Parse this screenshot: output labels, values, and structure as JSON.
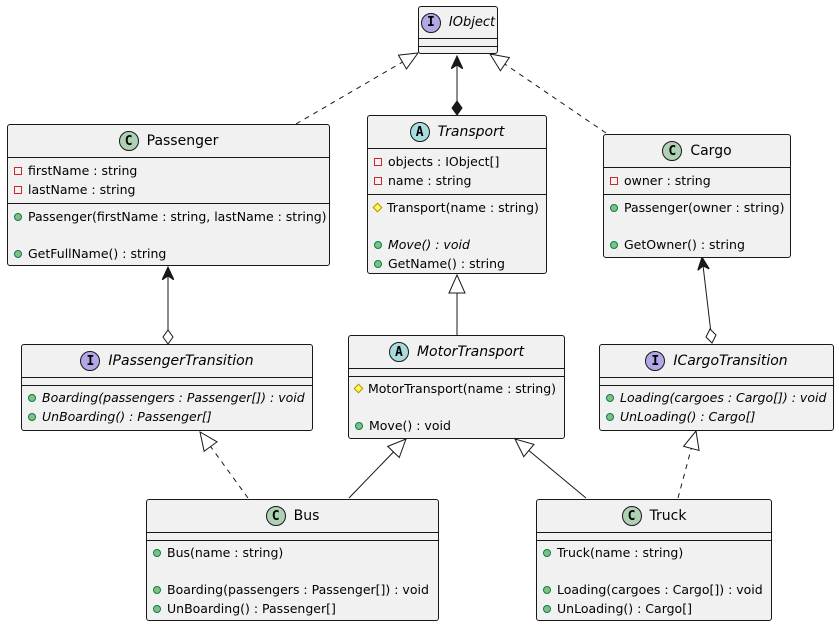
{
  "classes": {
    "iobject": {
      "name": "IObject",
      "stereotype": "I"
    },
    "passenger": {
      "name": "Passenger",
      "stereotype": "C",
      "fields": [
        "firstName : string",
        "lastName : string"
      ],
      "methods": [
        "Passenger(firstName : string, lastName : string)",
        "GetFullName() : string"
      ]
    },
    "transport": {
      "name": "Transport",
      "stereotype": "A",
      "fields": [
        "objects : IObject[]",
        "name : string"
      ],
      "methods": [
        "Transport(name : string)",
        "Move() : void",
        "GetName() : string"
      ]
    },
    "cargo": {
      "name": "Cargo",
      "stereotype": "C",
      "fields": [
        "owner : string"
      ],
      "methods": [
        "Passenger(owner : string)",
        "GetOwner() : string"
      ]
    },
    "ipassengertransition": {
      "name": "IPassengerTransition",
      "stereotype": "I",
      "methods": [
        "Boarding(passengers : Passenger[]) : void",
        "UnBoarding() : Passenger[]"
      ]
    },
    "motortransport": {
      "name": "MotorTransport",
      "stereotype": "A",
      "methods": [
        "MotorTransport(name : string)",
        "Move() : void"
      ]
    },
    "icargotransition": {
      "name": "ICargoTransition",
      "stereotype": "I",
      "methods": [
        "Loading(cargoes : Cargo[]) : void",
        "UnLoading() : Cargo[]"
      ]
    },
    "bus": {
      "name": "Bus",
      "stereotype": "C",
      "methods": [
        "Bus(name : string)",
        "Boarding(passengers : Passenger[]) : void",
        "UnBoarding() : Passenger[]"
      ]
    },
    "truck": {
      "name": "Truck",
      "stereotype": "C",
      "methods": [
        "Truck(name : string)",
        "Loading(cargoes : Cargo[]) : void",
        "UnLoading() : Cargo[]"
      ]
    }
  },
  "colors": {
    "class_badge": "#add1b2",
    "abstract_badge": "#a9dcdf",
    "interface_badge": "#b4a7e5",
    "box_fill": "#f1f1f1",
    "line": "#181818"
  }
}
